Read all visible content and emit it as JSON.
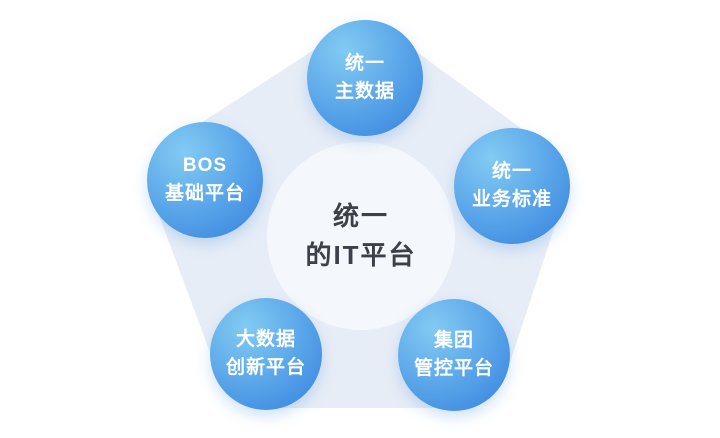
{
  "diagram": {
    "title_hint": "unified-it-platform-diagram",
    "center": {
      "line1": "统一",
      "line2": "的IT平台"
    },
    "nodes": {
      "master_data": {
        "line1": "统一",
        "line2": "主数据"
      },
      "business_standard": {
        "line1": "统一",
        "line2": "业务标准"
      },
      "group_control": {
        "line1": "集团",
        "line2": "管控平台"
      },
      "bigdata_innovation": {
        "line1": "大数据",
        "line2": "创新平台"
      },
      "bos_base": {
        "line1": "BOS",
        "line2": "基础平台"
      }
    }
  },
  "colors": {
    "page_bg": "#ffffff",
    "pentagon_bg": "#e7edf6",
    "center_bg": "#f4f7fb",
    "center_text": "#3c4149",
    "node_light": "#82cbf3",
    "node_dark": "#3f8ce2",
    "node_text": "#ffffff"
  }
}
